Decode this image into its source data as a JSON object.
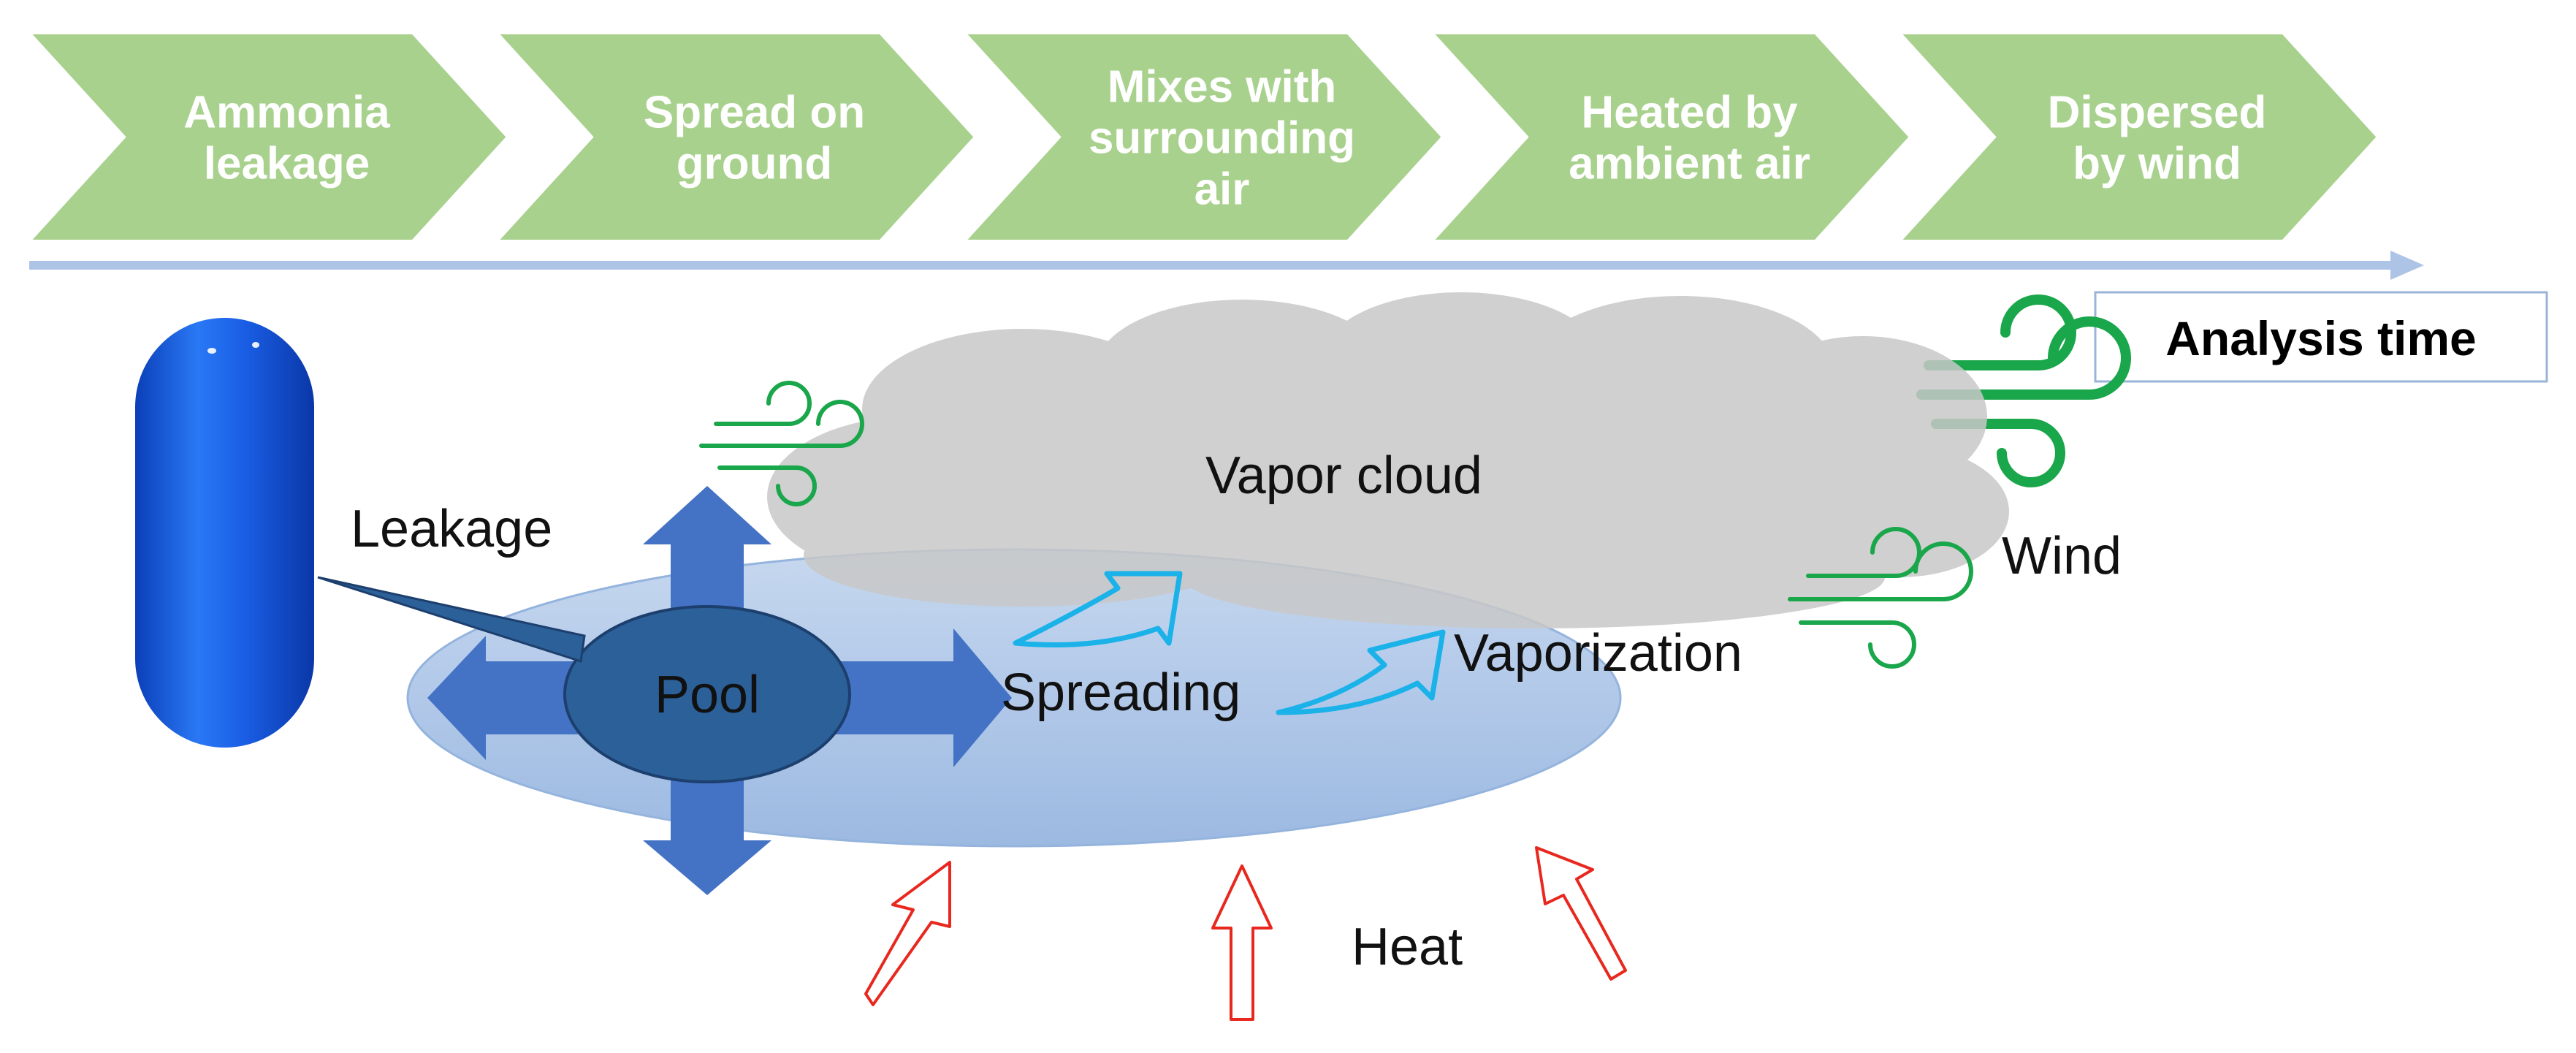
{
  "process_steps": [
    {
      "lines": [
        "Ammonia",
        "leakage"
      ]
    },
    {
      "lines": [
        "Spread on",
        "ground"
      ]
    },
    {
      "lines": [
        "Mixes with",
        "surrounding",
        "air"
      ]
    },
    {
      "lines": [
        "Heated by",
        "ambient air"
      ]
    },
    {
      "lines": [
        "Dispersed",
        "by wind"
      ]
    }
  ],
  "analysis_time_label": "Analysis time",
  "labels": {
    "leakage": "Leakage",
    "pool": "Pool",
    "spreading": "Spreading",
    "vaporization": "Vaporization",
    "vapor_cloud": "Vapor cloud",
    "wind": "Wind",
    "heat": "Heat"
  },
  "colors": {
    "chevron_fill": "#a9d18e",
    "timeline_arrow": "#adc4e6",
    "tank": "#1f5fd8",
    "pool_ellipse": "#a9c4e6",
    "pool_center": "#2b6098",
    "spread_arrows": "#4472c4",
    "vapor_cloud": "#c8c8c8",
    "wind_icon": "#1aa64a",
    "curved_arrows": "#1ab2e8",
    "heat_arrows": "#e8281e"
  }
}
